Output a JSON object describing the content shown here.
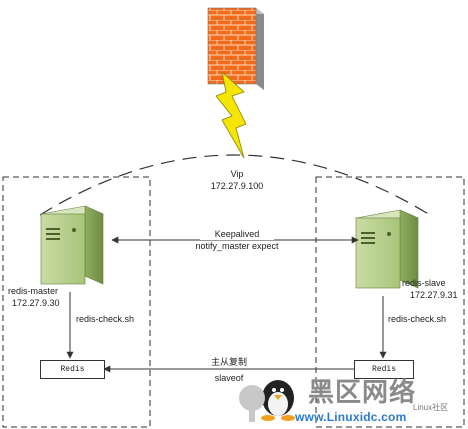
{
  "vip": {
    "title": "Vip",
    "ip": "172.27.9.100"
  },
  "keepalived": {
    "line1": "Keepalived",
    "line2": "notify_master expect"
  },
  "master": {
    "name": "redis-master",
    "ip": "172.27.9.30",
    "script": "redis-check.sh",
    "redis_label": "Redis"
  },
  "slave": {
    "name": "redis-slave",
    "ip": "172.27.9.31",
    "script": "redis-check.sh",
    "redis_label": "Redis"
  },
  "replication": {
    "line1": "主从复制",
    "line2": "slaveof"
  },
  "watermark": {
    "title": "黑区网络",
    "sub": "Linux社区",
    "url": "www.Linuxidc.com"
  },
  "colors": {
    "firewall": "#f26b1d",
    "lightning": "#f4e600",
    "server": "#b7cf8a",
    "server_dark": "#7f9a55"
  }
}
